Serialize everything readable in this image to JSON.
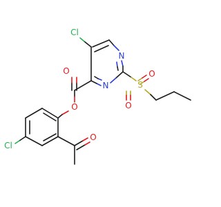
{
  "molecule": {
    "atoms": {
      "cl_top": {
        "label": "Cl",
        "color": "#22b14c"
      },
      "n_ring_top": {
        "label": "N",
        "color": "#2b3fd6"
      },
      "n_ring_mid": {
        "label": "N",
        "color": "#2b3fd6"
      },
      "o_carbonyl": {
        "label": "O",
        "color": "#e31a1c"
      },
      "o_ester": {
        "label": "O",
        "color": "#e31a1c"
      },
      "s_sulfonyl": {
        "label": "S",
        "color": "#b5a82a"
      },
      "o_sulfonyl_1": {
        "label": "O",
        "color": "#e31a1c"
      },
      "o_sulfonyl_2": {
        "label": "O",
        "color": "#e31a1c"
      },
      "o_acetyl": {
        "label": "O",
        "color": "#e31a1c"
      },
      "cl_bottom": {
        "label": "Cl",
        "color": "#22b14c"
      }
    }
  }
}
